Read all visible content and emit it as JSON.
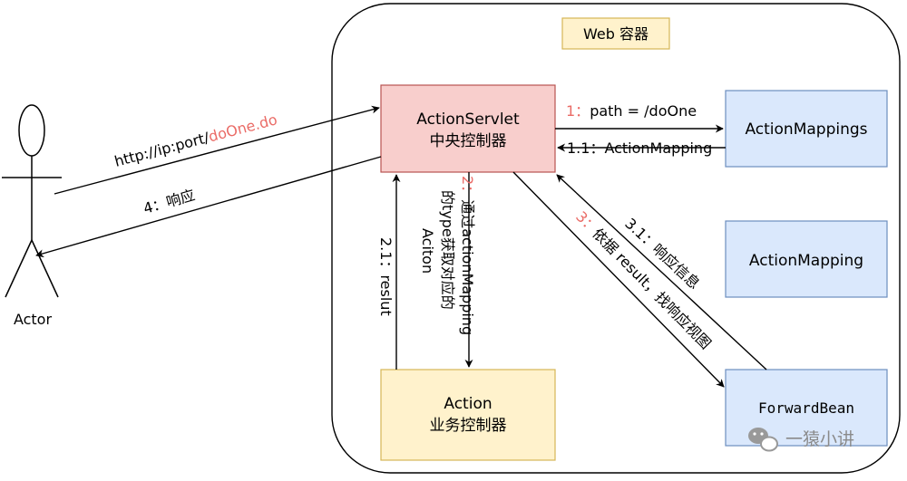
{
  "container": {
    "label": "Web 容器"
  },
  "nodes": {
    "action_servlet": {
      "line1": "ActionServlet",
      "line2": "中央控制器"
    },
    "action_mappings": {
      "label": "ActionMappings"
    },
    "action_mapping": {
      "label": "ActionMapping"
    },
    "action": {
      "line1": "Action",
      "line2": "业务控制器"
    },
    "forward_bean": {
      "label": "ForwardBean"
    }
  },
  "actor": {
    "label": "Actor"
  },
  "edges": {
    "request": {
      "prefix": "http://ip:port/",
      "highlight": "doOne.do"
    },
    "response": {
      "label": "4：响应"
    },
    "step1": {
      "num": "1：",
      "label": "path = /doOne"
    },
    "step1_1": {
      "label": "1.1：ActionMapping"
    },
    "step2": {
      "num": "2：",
      "line1": "通过actionMapping",
      "line2": "的type获取对应的",
      "line3": "Aciton"
    },
    "step2_1": {
      "label": "2.1：reslut"
    },
    "step3": {
      "num": "3：",
      "label": "依据 result，找响应视图"
    },
    "step3_1": {
      "label": "3.1：响应信息"
    }
  },
  "watermark": {
    "label": "一猿小讲"
  },
  "colors": {
    "servlet_fill": "#f8cecc",
    "servlet_stroke": "#b85450",
    "blue_fill": "#dae8fc",
    "blue_stroke": "#6c8ebf",
    "yellow_fill": "#fff2cc",
    "yellow_stroke": "#d6b656",
    "highlight_text": "#ea6b66"
  }
}
